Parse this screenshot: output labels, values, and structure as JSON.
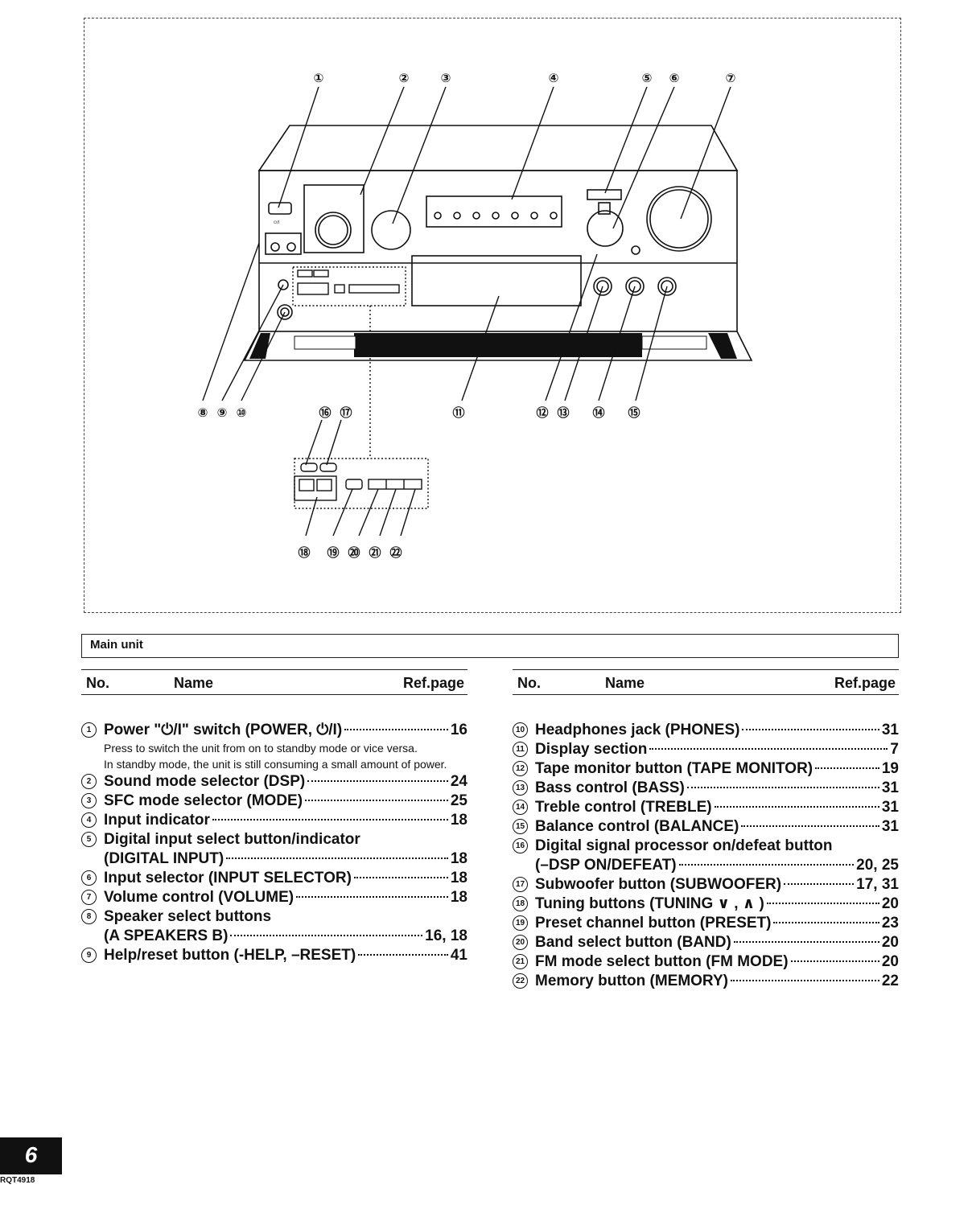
{
  "figure": {
    "callout_numbers": [
      "①",
      "②",
      "③",
      "④",
      "⑤",
      "⑥",
      "⑦",
      "⑧",
      "⑨",
      "⑩",
      "⑪",
      "⑫",
      "⑬",
      "⑭",
      "⑮",
      "⑯",
      "⑰",
      "⑱",
      "⑲",
      "⑳",
      "㉑",
      "㉒"
    ]
  },
  "section": {
    "title": "Main unit"
  },
  "table_header": {
    "no": "No.",
    "name": "Name",
    "ref": "Ref.page"
  },
  "left_entries": [
    {
      "num": "1",
      "name": "Power \"⏻/I\" switch (POWER, ⏻/I)",
      "ref": "16",
      "desc": [
        "Press to switch the unit from on to standby mode or vice versa.",
        "In standby mode, the unit is still consuming a small amount of power."
      ]
    },
    {
      "num": "2",
      "name": "Sound mode selector (DSP)",
      "ref": "24"
    },
    {
      "num": "3",
      "name": "SFC mode selector (MODE)",
      "ref": "25"
    },
    {
      "num": "4",
      "name": "Input indicator",
      "ref": "18"
    },
    {
      "num": "5",
      "name": "Digital input select button/indicator",
      "name2": "(DIGITAL INPUT)",
      "ref": "18"
    },
    {
      "num": "6",
      "name": "Input selector (INPUT SELECTOR)",
      "ref": "18"
    },
    {
      "num": "7",
      "name": "Volume control (VOLUME)",
      "ref": "18"
    },
    {
      "num": "8",
      "name": "Speaker select buttons",
      "name2": "(A SPEAKERS B)",
      "ref": "16, 18"
    },
    {
      "num": "9",
      "name": "Help/reset button (-HELP, –RESET)",
      "ref": "41"
    }
  ],
  "right_entries": [
    {
      "num": "10",
      "name": "Headphones jack (PHONES)",
      "ref": "31"
    },
    {
      "num": "11",
      "name": "Display section",
      "ref": "7"
    },
    {
      "num": "12",
      "name": "Tape monitor button (TAPE MONITOR)",
      "ref": "19"
    },
    {
      "num": "13",
      "name": "Bass control (BASS)",
      "ref": "31"
    },
    {
      "num": "14",
      "name": "Treble control (TREBLE)",
      "ref": "31"
    },
    {
      "num": "15",
      "name": "Balance control (BALANCE)",
      "ref": "31"
    },
    {
      "num": "16",
      "name": "Digital signal processor on/defeat button",
      "name2": "(–DSP ON/DEFEAT)",
      "ref": "20, 25"
    },
    {
      "num": "17",
      "name": "Subwoofer button (SUBWOOFER)",
      "ref": "17, 31"
    },
    {
      "num": "18",
      "name": "Tuning buttons (TUNING ∨ , ∧ )",
      "ref": "20"
    },
    {
      "num": "19",
      "name": "Preset channel button (PRESET)",
      "ref": "23"
    },
    {
      "num": "20",
      "name": "Band select button (BAND)",
      "ref": "20"
    },
    {
      "num": "21",
      "name": "FM mode select button (FM MODE)",
      "ref": "20"
    },
    {
      "num": "22",
      "name": "Memory button (MEMORY)",
      "ref": "22"
    }
  ],
  "footer": {
    "page_number": "6",
    "doc_code": "RQT4918"
  }
}
